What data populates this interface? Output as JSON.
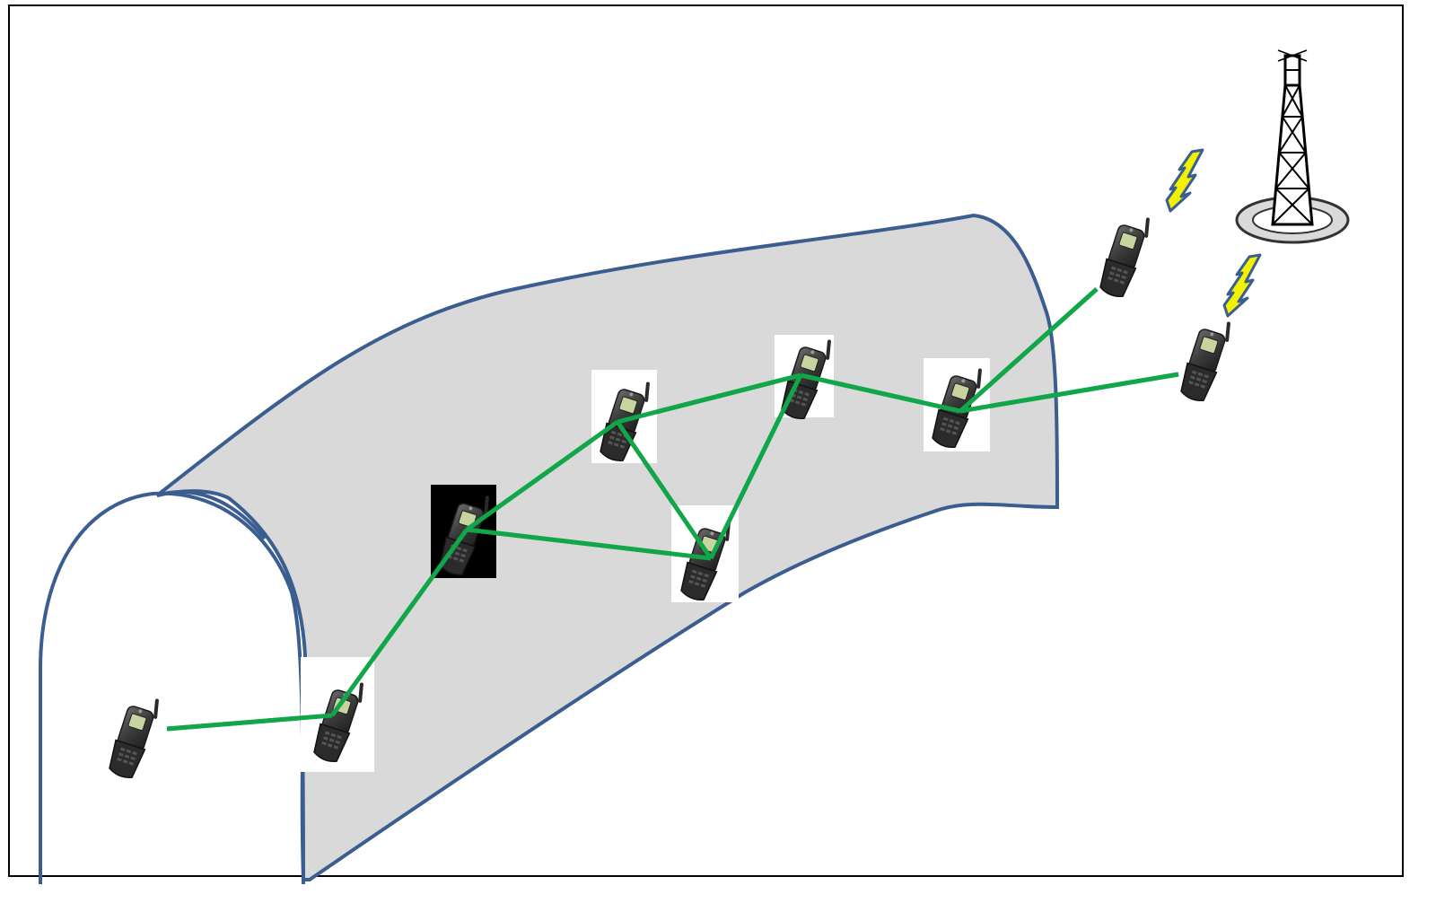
{
  "colors": {
    "tunnel_fill": "#d9d9d9",
    "tunnel_outline": "#3b5e91",
    "link": "#12a64a",
    "frame": "#000000",
    "bolt_fill": "#f2f200",
    "bolt_outline": "#3b5e91",
    "tower": "#000000",
    "tower_base": "#d9d9d9"
  },
  "icons": {
    "phone": "mobile-phone-icon",
    "tower": "cell-tower-icon",
    "bolt": "lightning-bolt-icon"
  },
  "nodes": [
    {
      "id": "phone-1",
      "box": "none"
    },
    {
      "id": "phone-2",
      "box": "white"
    },
    {
      "id": "phone-3",
      "box": "black"
    },
    {
      "id": "phone-4",
      "box": "white"
    },
    {
      "id": "phone-5",
      "box": "white"
    },
    {
      "id": "phone-6",
      "box": "white"
    },
    {
      "id": "phone-7",
      "box": "white"
    },
    {
      "id": "phone-8",
      "box": "none"
    },
    {
      "id": "phone-9",
      "box": "none"
    }
  ],
  "links": [
    [
      "phone-1",
      "phone-2"
    ],
    [
      "phone-2",
      "phone-3"
    ],
    [
      "phone-3",
      "phone-4"
    ],
    [
      "phone-3",
      "phone-5"
    ],
    [
      "phone-4",
      "phone-5"
    ],
    [
      "phone-4",
      "phone-6"
    ],
    [
      "phone-5",
      "phone-6"
    ],
    [
      "phone-6",
      "phone-7"
    ],
    [
      "phone-7",
      "phone-8"
    ],
    [
      "phone-7",
      "phone-9"
    ]
  ],
  "wireless": [
    {
      "from": "phone-8",
      "to": "base-station"
    },
    {
      "from": "phone-9",
      "to": "base-station"
    }
  ]
}
